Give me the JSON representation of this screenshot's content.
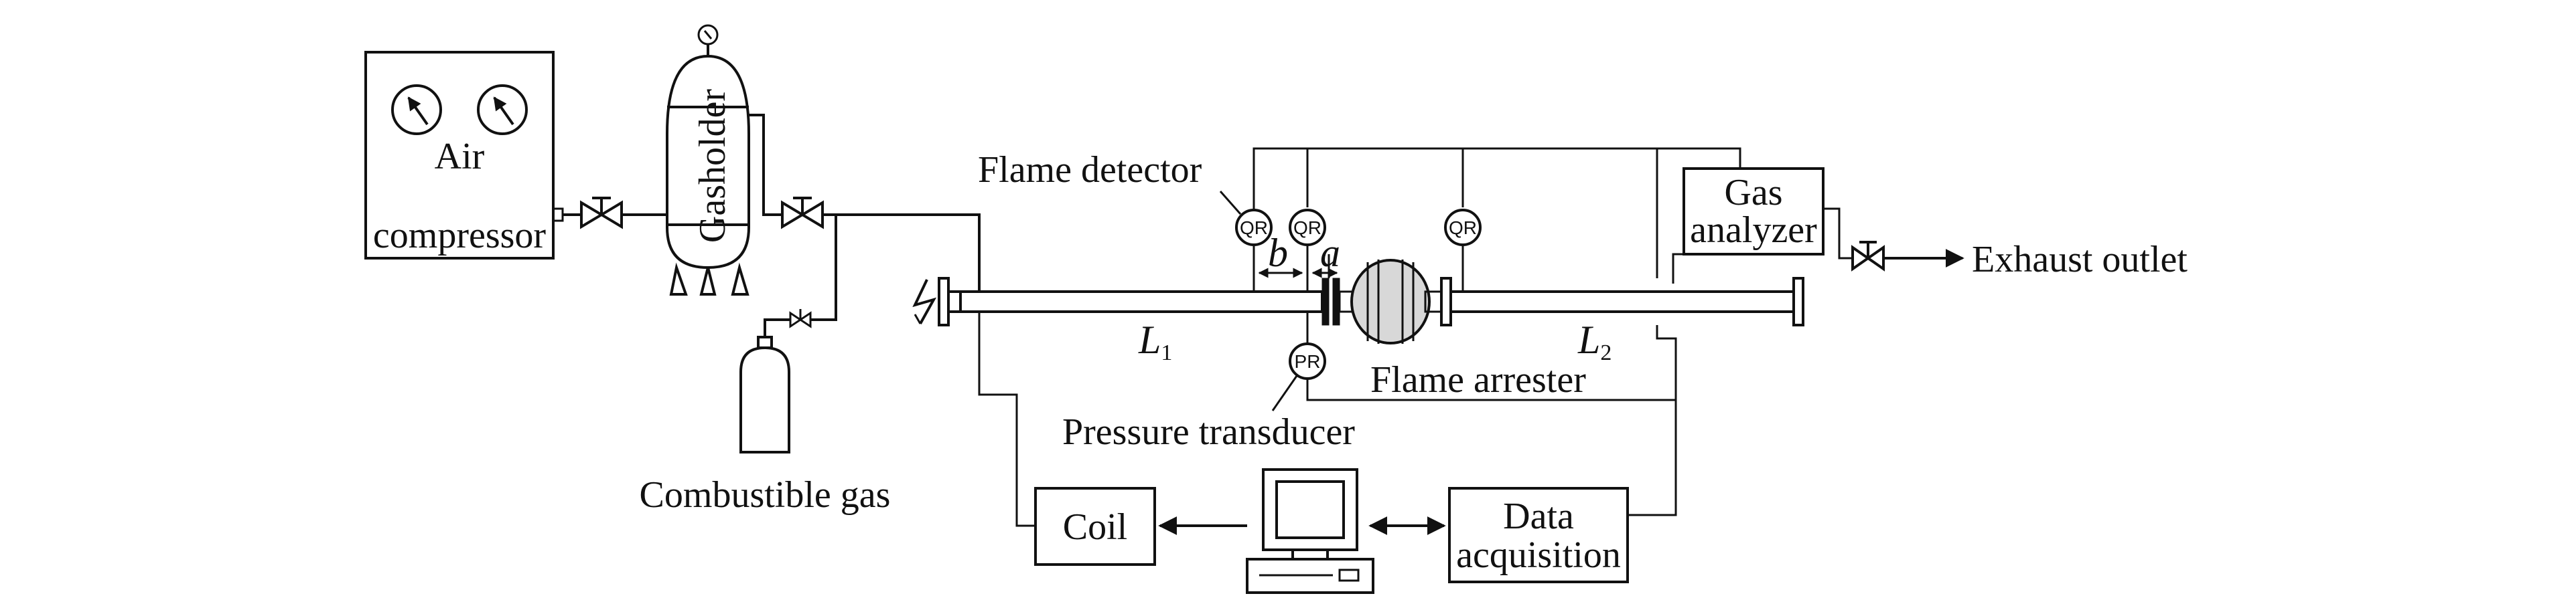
{
  "labels": {
    "air": "Air",
    "compressor": "compressor",
    "gasholder": "Gasholder",
    "combustible_gas": "Combustible gas",
    "flame_detector": "Flame detector",
    "pressure_transducer": "Pressure transducer",
    "flame_arrester": "Flame arrester",
    "gas_line1": "Gas",
    "gas_line2": "analyzer",
    "exhaust_outlet": "Exhaust outlet",
    "coil": "Coil",
    "data_line1": "Data",
    "data_line2": "acquisition",
    "l1_main": "L",
    "l1_sub": "1",
    "l2_main": "L",
    "l2_sub": "2",
    "dim_b": "b",
    "dim_a": "a"
  },
  "instruments": {
    "qr": "QR",
    "pr": "PR"
  }
}
